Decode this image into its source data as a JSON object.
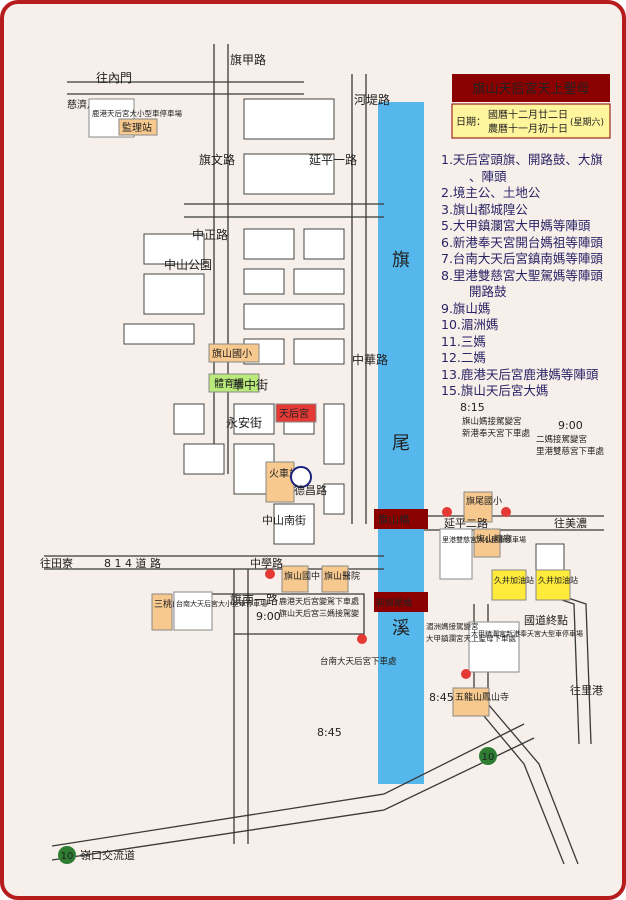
{
  "title": "旗山天后宮天上聖母",
  "date_prefix": "日期：",
  "date_line1": "國曆十二月廿二日",
  "date_line2": "農曆十一月初十日",
  "date_weekday": "(星期六)",
  "legend": [
    "1.天后宮頭旗、開路鼓、大旗",
    "、陣頭",
    "2.境主公、土地公",
    "3.旗山都城隍公",
    "5.大甲鎮瀾宮大甲媽等陣頭",
    "6.新港奉天宮開台媽祖等陣頭",
    "7.台南大天后宮鎮南媽等陣頭",
    "8.里港雙慈宮大聖駕媽等陣頭",
    "開路鼓",
    "9.旗山媽",
    "10.湄洲媽",
    "11.三媽",
    "12.二媽",
    "13.鹿港天后宮鹿港媽等陣頭",
    "15.旗山天后宮大媽"
  ],
  "river": [
    "旗",
    "尾",
    "溪"
  ],
  "places": {
    "wangneimen": "往內門",
    "cijiyongdi": "慈濟用地",
    "lugang_parking": "鹿港天后宮大小型車停車場",
    "jianlizhan": "監理站",
    "zhongshan_park": "中山公園",
    "qishan_elementary": "旗山國小",
    "stadium": "體育場",
    "tianhougong": "天后宮",
    "train_station": "火車站",
    "qishan_bridge": "旗山橋",
    "xinqiwei_bridge": "新旗尾橋",
    "qiwei_elementary": "旗尾國小",
    "lixiang_parking": "里港雙慈宮大小型車停車場",
    "sugar_factory": "旗山糖廠",
    "wang_tianliao": "往田寮",
    "road814": "8 1 4 道 路",
    "qishan_middle": "旗山國中",
    "qishan_hospital": "旗山醫院",
    "santaoshan": "三桃山",
    "tainan_parking": "台南大天后宮大小型車停車場",
    "jiujing_gas1": "久井加油站",
    "jiujing_gas2": "久井加油站",
    "wang_meinong": "往美濃",
    "wang_ligang": "往里港",
    "national_road_end": "國道終點",
    "dajia_parking": "大甲鎮瀾宮新港奉天宮大型車停車場",
    "wulong_temple": "五龍山鳳山寺",
    "lingkou_interchange": "嶺口交流道",
    "route10": "10",
    "route10b": "10"
  },
  "roads": {
    "qijia": "旗甲路",
    "hedi": "河堤路",
    "yanping": "延平一路",
    "qiwen": "旗文路",
    "zhongzheng": "中正路",
    "zhonghua": "中華路",
    "huazhong": "華中街",
    "yongan": "永安街",
    "zhongshan_s": "中山南街",
    "qinan": "旗南一路",
    "xingchang": "德昌路",
    "zhongxue": "中學路",
    "yanping2": "延平二路"
  },
  "stops": {
    "s1_time": "8:15",
    "s1_text": "旗山媽接駕變宮",
    "s1_text2": "新港奉天宮下車處",
    "s2_time": "9:00",
    "s2_text": "二媽接駕變宮",
    "s2_text2": "里港雙慈宮下車處",
    "s3_time": "9:00",
    "s3_text": "鹿港天后宮變駕下車處",
    "s3_text2": "旗山天后宮三媽接駕變",
    "s4_time": "8:45",
    "s4_text": "台南大天后宮下車處",
    "s5_time": "8:45",
    "s5_text": "湄洲媽接駕變宮",
    "s5_text2": "大甲鎮瀾宮天上聖母下車處"
  }
}
